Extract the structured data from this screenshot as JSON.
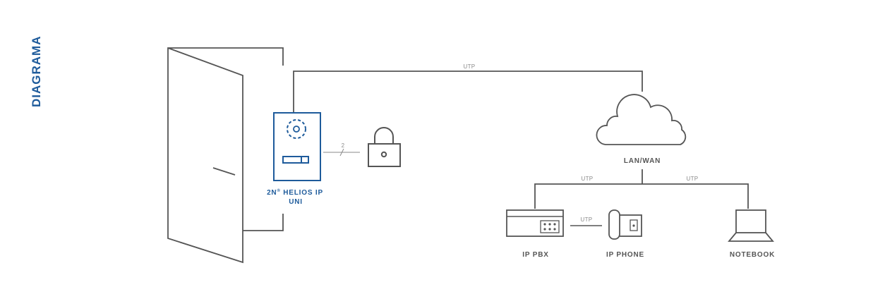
{
  "side_title": "DIAGRAMA",
  "device": {
    "name_line1": "2N",
    "name_sup": "®",
    "name_line1_rest": " HELIOS IP",
    "name_line2": "UNI"
  },
  "labels": {
    "lan_wan": "LAN/WAN",
    "ip_pbx": "IP PBX",
    "ip_phone": "IP PHONE",
    "notebook": "NOTEBOOK",
    "utp_top": "UTP",
    "utp_left": "UTP",
    "utp_right": "UTP",
    "utp_phone": "UTP",
    "wires": "2"
  },
  "icons": {
    "door": "door-icon",
    "intercom": "intercom-icon",
    "lock": "lock-icon",
    "cloud": "cloud-icon",
    "pbx": "pbx-icon",
    "phone": "phone-icon",
    "notebook": "notebook-icon"
  },
  "colors": {
    "line": "#555555",
    "accent": "#1e5b9b"
  }
}
